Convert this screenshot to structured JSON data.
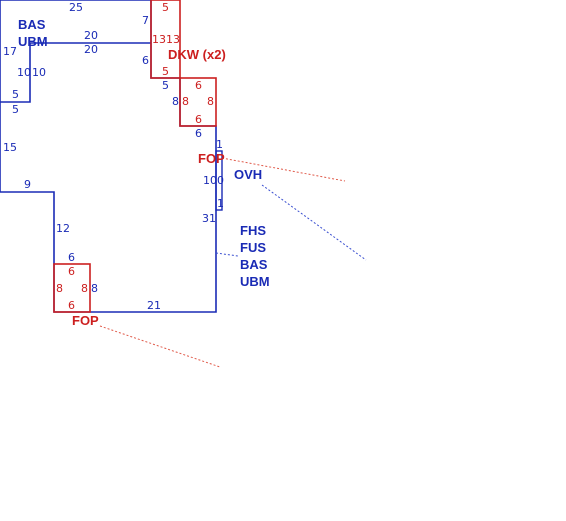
{
  "colors": {
    "wall": "#1a2bb5",
    "feature": "#cc1f1f",
    "leader_blue": "#3a4fd0",
    "leader_red": "#e05a4a"
  },
  "labels": {
    "bas_ubm_top_line1": "BAS",
    "bas_ubm_top_line2": "UBM",
    "dkw": "DKW (x2)",
    "fop_right": "FOP",
    "ovh": "OVH",
    "fhs": "FHS",
    "fus": "FUS",
    "bas": "BAS",
    "ubm": "UBM",
    "fop_bottom": "FOP"
  },
  "dims": {
    "top_25": "25",
    "dkw_top_5": "5",
    "d7": "7",
    "d20_a": "20",
    "d20_b": "20",
    "d13_a": "13",
    "d13_b": "13",
    "d17": "17",
    "d6_a": "6",
    "dkw_bottom_5": "5",
    "d10_a": "10",
    "d10_b": "10",
    "d5_a": "5",
    "d5_b": "5",
    "d5_c": "5",
    "win_top_6": "6",
    "d8_a": "8",
    "win_8_a": "8",
    "win_8_b": "8",
    "win_bottom_6": "6",
    "d6_b": "6",
    "d15": "15",
    "d1_a": "1",
    "d100": "100",
    "d1_b": "1",
    "d9": "9",
    "d31": "31",
    "d12": "12",
    "d6_c": "6",
    "fop_top_6": "6",
    "fop_8_a": "8",
    "fop_8_b": "8",
    "d8_b": "8",
    "fop_bottom_6": "6",
    "d21": "21"
  }
}
